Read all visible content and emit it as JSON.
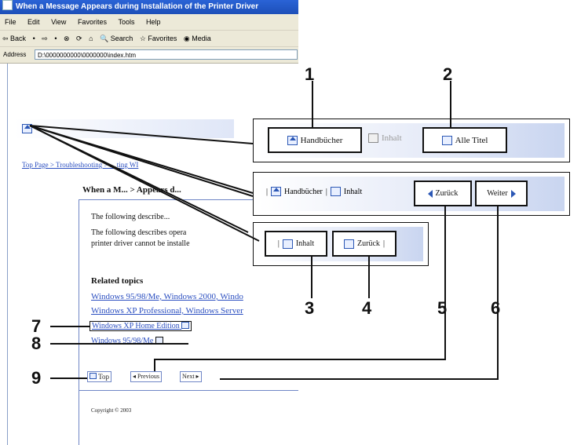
{
  "window": {
    "title": "When a Message Appears during Installation of the Printer Driver",
    "menu": [
      "File",
      "Edit",
      "View",
      "Favorites",
      "Tools",
      "Help"
    ],
    "toolbar": [
      "⇦ Back",
      "•",
      "⇨",
      "•",
      "⊗",
      "⟳",
      "⌂",
      "🔍 Search",
      "☆ Favorites",
      "◉ Media"
    ],
    "address_label": "Address",
    "address_value": "D:\\0000000000\\0000000\\index.htm"
  },
  "page": {
    "breadcrumb": "Top Page > Troubleshooting > ... ting WI",
    "heading": "When a M... > Appears d...",
    "para1": "The following describe...",
    "para2a": "The following describes opera",
    "para2b": "printer driver cannot be installe",
    "related_title": "Related topics",
    "related_links": [
      "Windows 95/98/Me, Windows 2000, Windo",
      "Windows XP Professional, Windows Server",
      "Windows XP Home Edition",
      "Windows 95/98/Me"
    ],
    "top_label": "Top",
    "previous_label": "◂ Previous",
    "next_label": "Next ▸",
    "copyright": "Copyright © 2003"
  },
  "panel1": {
    "manuals": "Handbücher",
    "contents": "Inhalt",
    "all_titles": "Alle Titel"
  },
  "panel2": {
    "manuals": "Handbücher",
    "contents": "Inhalt",
    "back": "Zurück",
    "next": "Weiter"
  },
  "panel3": {
    "contents": "Inhalt",
    "back": "Zurück"
  },
  "callouts": [
    "1",
    "2",
    "3",
    "4",
    "5",
    "6",
    "7",
    "8",
    "9"
  ]
}
